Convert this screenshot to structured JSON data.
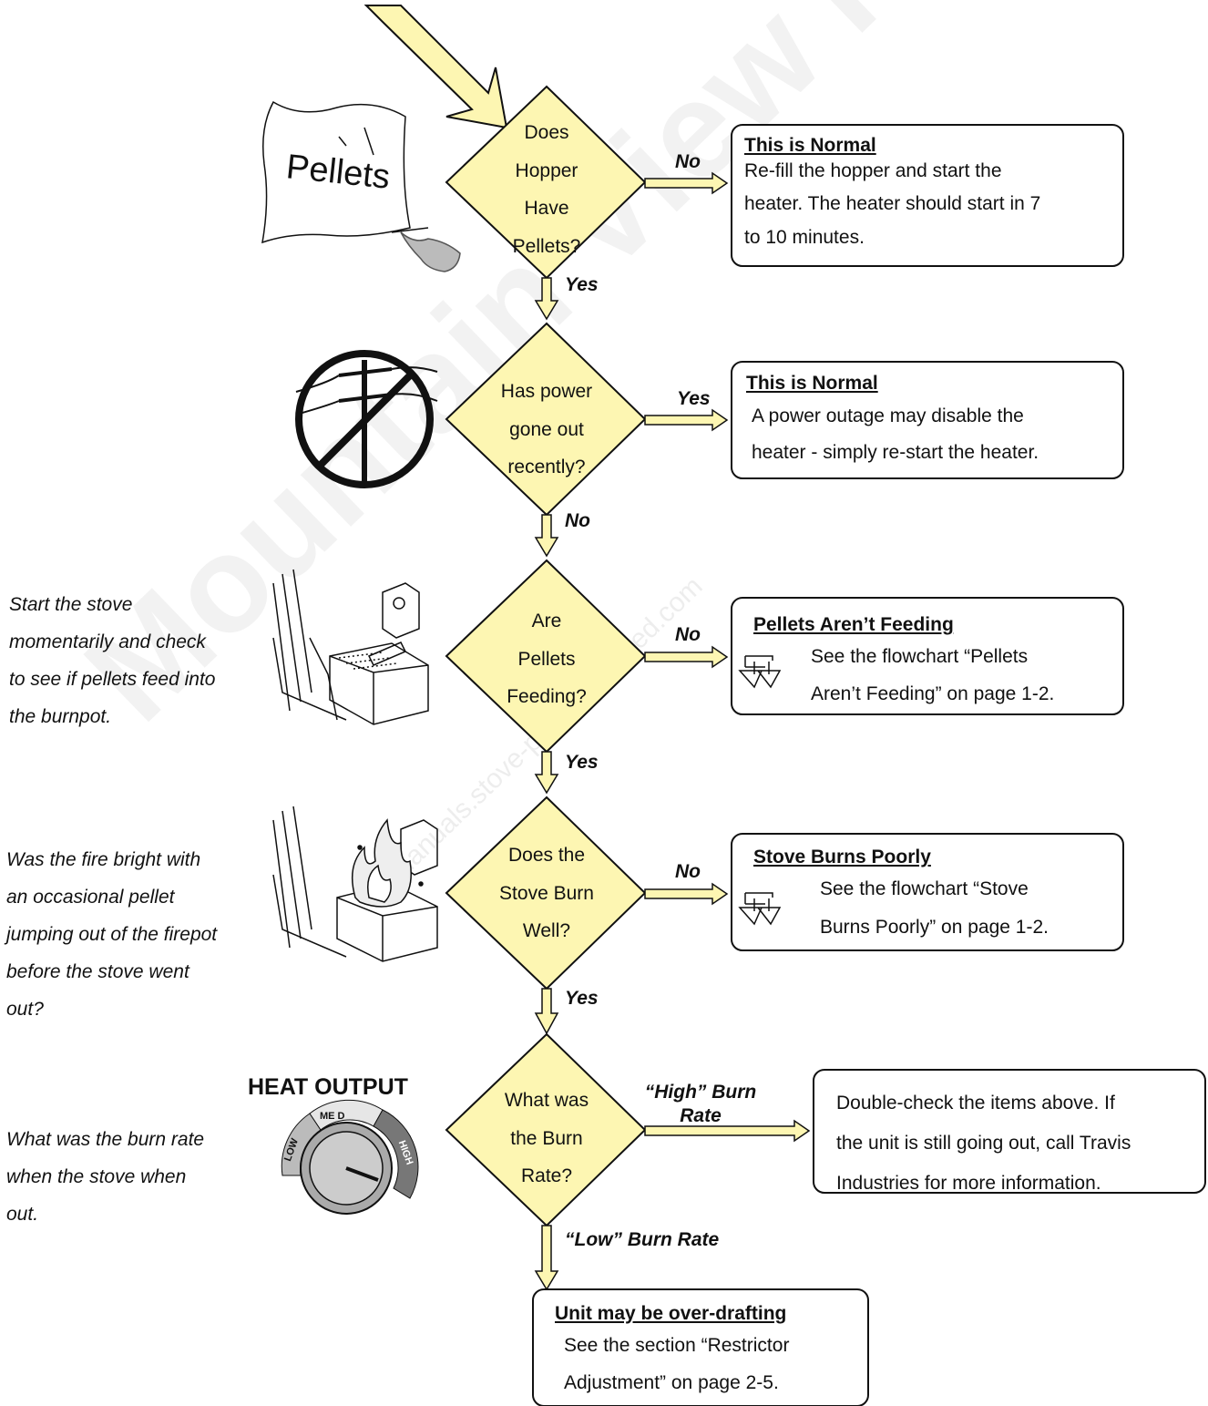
{
  "watermark": {
    "main": "Mountain View Hearth Products",
    "small": "manuals.stove-parts-unlimited.com"
  },
  "decisions": [
    {
      "lines": [
        "Does",
        "Hopper",
        "Have",
        "Pellets?"
      ]
    },
    {
      "lines": [
        "Has  power",
        "gone out",
        "recently?"
      ]
    },
    {
      "lines": [
        "Are",
        "Pellets",
        "Feeding?"
      ]
    },
    {
      "lines": [
        "Does the",
        "Stove Burn",
        "Well?"
      ]
    },
    {
      "lines": [
        "What was",
        "the Burn",
        "Rate?"
      ]
    }
  ],
  "edge_labels": {
    "d1_side": "No",
    "d1_down": "Yes",
    "d2_side": "Yes",
    "d2_down": "No",
    "d3_side": "No",
    "d3_down": "Yes",
    "d4_side": "No",
    "d4_down": "Yes",
    "d5_side_line1": "“High” Burn",
    "d5_side_line2": "Rate",
    "d5_down": "“Low” Burn Rate"
  },
  "boxes": {
    "hopper": {
      "title": "This is Normal",
      "lines": [
        "Re-fill the hopper and start the",
        "heater.  The heater should start in 7",
        "to 10 minutes."
      ]
    },
    "power": {
      "title": "This is Normal",
      "lines": [
        "A power outage may disable the",
        "heater - simply re-start the heater."
      ]
    },
    "feeding": {
      "title": "Pellets Aren’t Feeding",
      "lines": [
        "See the flowchart “Pellets",
        "Aren’t Feeding” on page 1-2."
      ]
    },
    "burn": {
      "title": "Stove Burns Poorly",
      "lines": [
        "See the flowchart “Stove",
        "Burns Poorly” on page 1-2."
      ]
    },
    "high": {
      "lines": [
        "Double-check the items above.   If",
        "the unit is still going out, call Travis",
        "Industries for more information."
      ]
    },
    "low": {
      "title": "Unit may be over-drafting",
      "lines": [
        "See the section “Restrictor",
        "Adjustment” on page 2-5."
      ]
    }
  },
  "notes": {
    "feeding": [
      "Start the stove",
      "momentarily and check",
      "to see if pellets feed into",
      "the burnpot."
    ],
    "burn": [
      "Was the fire bright with",
      "an occasional pellet",
      "jumping out of the firepot",
      "before the stove went",
      "out?"
    ],
    "rate": [
      "What was the burn rate",
      "when the stove when",
      "out."
    ]
  },
  "illustrations": {
    "bag_label": "Pellets",
    "heat_title": "HEAT OUTPUT",
    "dial_low": "LOW",
    "dial_med": "ME D",
    "dial_high": "HIGH"
  },
  "colors": {
    "diamond_fill": "#fdf6b2",
    "arrow_fill": "#fdf6b2",
    "stroke": "#111111"
  }
}
